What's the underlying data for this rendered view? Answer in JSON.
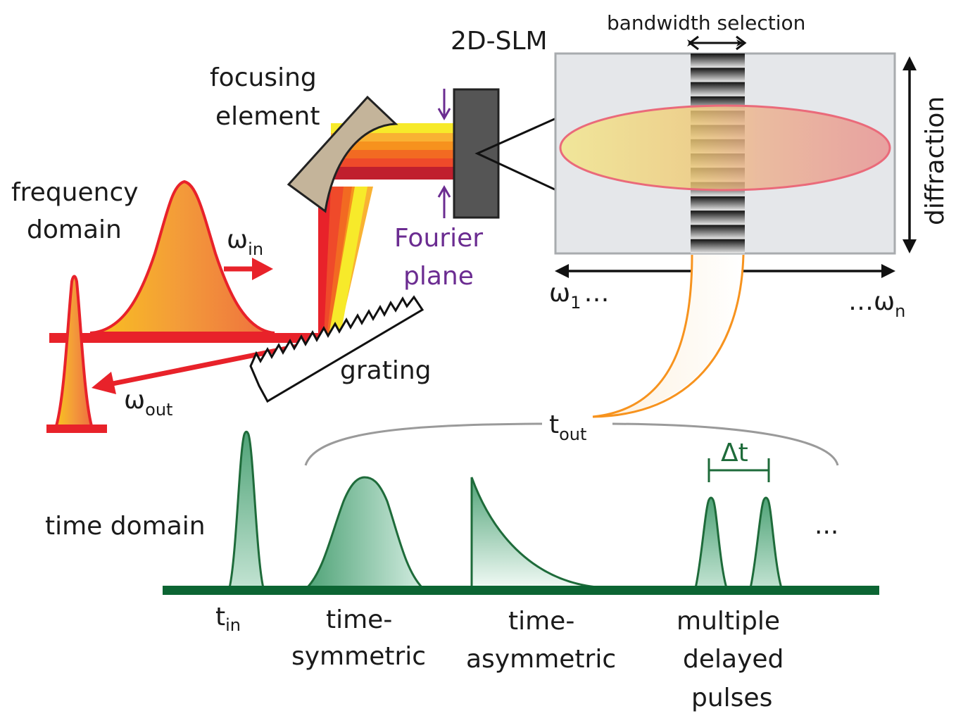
{
  "labels": {
    "frequency_domain_line1": "frequency",
    "frequency_domain_line2": "domain",
    "omega_in_symbol": "ω",
    "omega_in_sub": "in",
    "omega_out_symbol": "ω",
    "omega_out_sub": "out",
    "focusing_line1": "focusing",
    "focusing_line2": "element",
    "slm": "2D-SLM",
    "fourier_line1": "Fourier",
    "fourier_line2": "plane",
    "grating": "grating",
    "bandwidth_selection": "bandwidth selection",
    "diffraction": "diffraction",
    "omega_1_symbol": "ω",
    "omega_1_sub": "1",
    "omega_1_dots": "…",
    "omega_n_dots": "…",
    "omega_n_symbol": "ω",
    "omega_n_sub": "n",
    "t_out_symbol": "t",
    "t_out_sub": "out",
    "time_domain": "time domain",
    "t_in_symbol": "t",
    "t_in_sub": "in",
    "delta_t": "Δt",
    "ellipsis": "...",
    "sym_line1": "time-",
    "sym_line2": "symmetric",
    "asym_line1": "time-",
    "asym_line2": "asymmetric",
    "multi_line1": "multiple",
    "multi_line2": "delayed",
    "multi_line3": "pulses"
  },
  "colors": {
    "beam_red": "#e8222a",
    "pulse_orange": "#f08a3a",
    "pulse_yellow": "#f7b52a",
    "fourier_purple": "#6b2c91",
    "time_green": "#1e6b3a",
    "slm_dark": "#555555",
    "mirror_tan": "#c4b49a",
    "panel_gray": "#e5e7ea",
    "bandwidth_orange": "#f7931e",
    "bracket_gray": "#9a9a9a"
  }
}
